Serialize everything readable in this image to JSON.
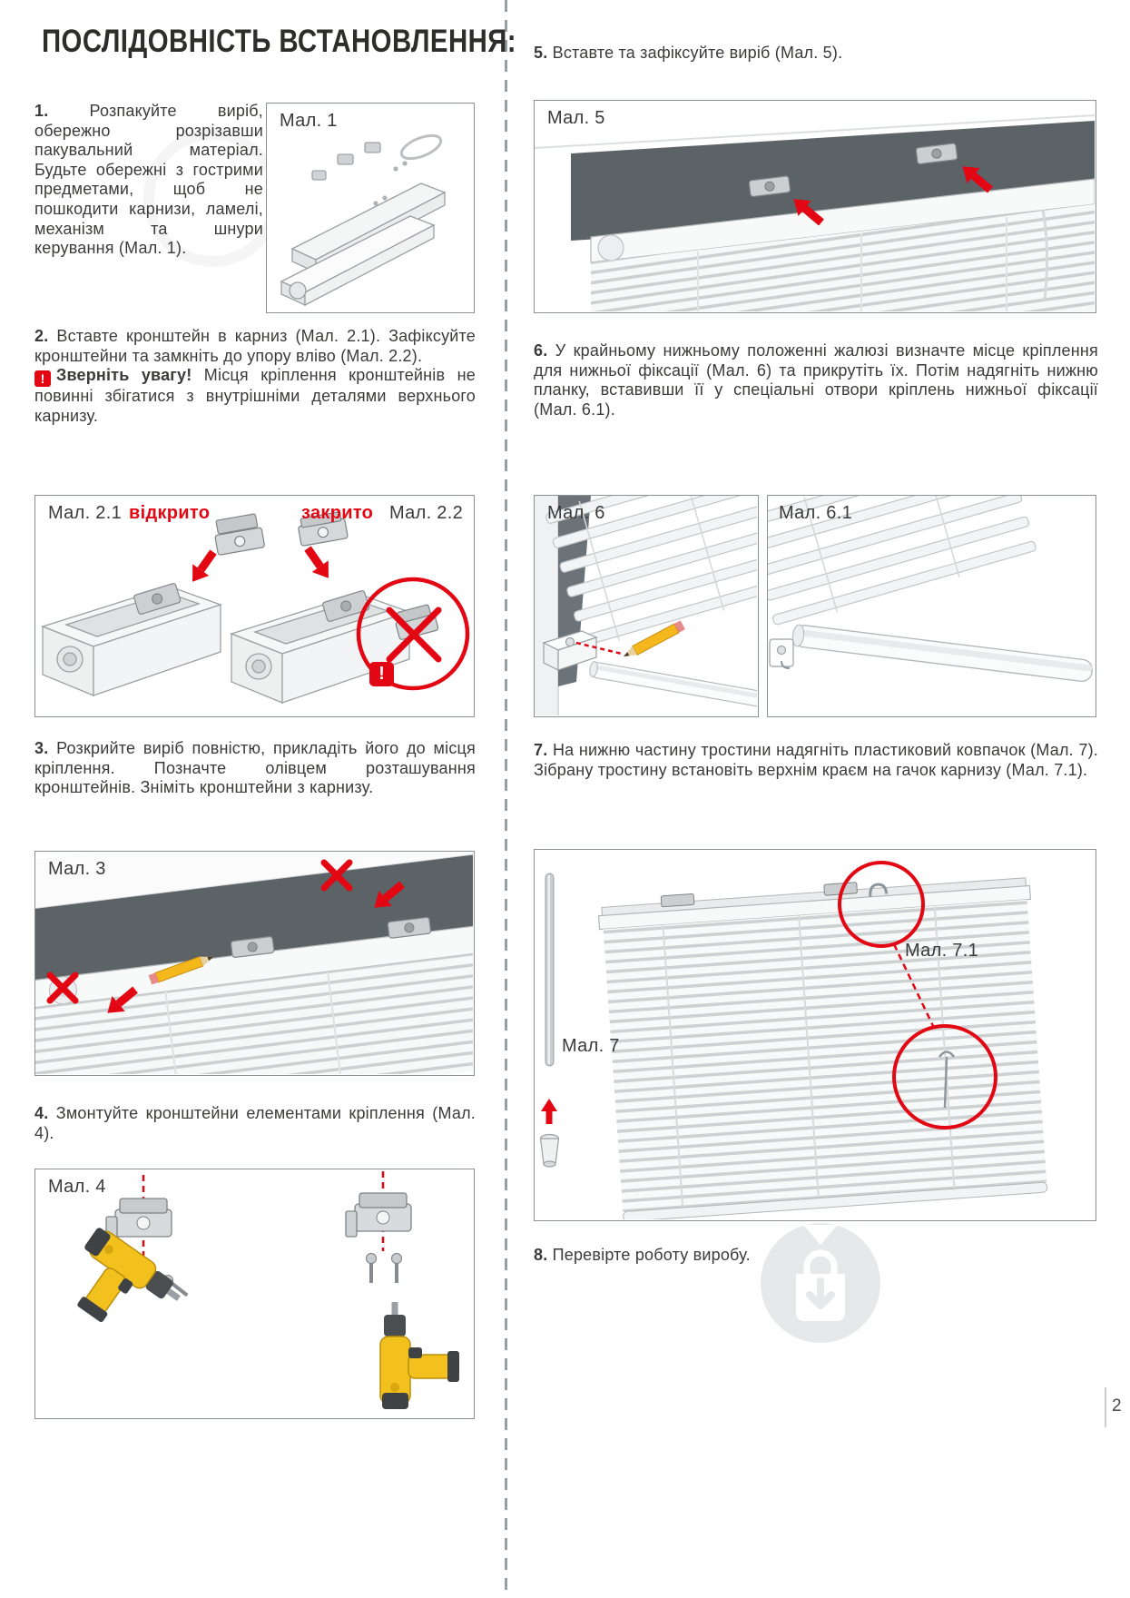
{
  "page": {
    "title": "ПОСЛІДОВНІСТЬ ВСТАНОВЛЕННЯ:",
    "page_number": "2"
  },
  "icons": {
    "warning_glyph": "!"
  },
  "steps": {
    "s1": {
      "num": "1.",
      "text": "Розпакуйте виріб, обережно розрізавши пакувальний матеріал. Будьте обережні з гострими предметами, щоб не пошкодити карнизи, ламелі, механізм та шнури керування (Мал. 1)."
    },
    "s2": {
      "num": "2.",
      "text": "Вставте кронштейн в карниз (Мал. 2.1). Зафіксуйте кронштейни та замкніть до упору вліво (Мал. 2.2)."
    },
    "s2_warning": {
      "title": "Зверніть увагу!",
      "text": "Місця кріплення кронштейнів не повинні збігатися з внутрішніми деталями верхнього карнизу."
    },
    "s3": {
      "num": "3.",
      "text": "Розкрийте виріб повністю, прикладіть його до місця кріплення. Позначте олівцем розташування кронштейнів. Зніміть кронштейни з карнизу."
    },
    "s4": {
      "num": "4.",
      "text": "Змонтуйте кронштейни елементами кріплення (Мал. 4)."
    },
    "s5": {
      "num": "5.",
      "text": "Вставте та зафіксуйте виріб (Мал. 5)."
    },
    "s6": {
      "num": "6.",
      "text": "У крайньому нижньому положенні жалюзі визначте місце кріплення для нижньої фіксації (Мал. 6) та прикрутіть їх. Потім надягніть нижню планку, вставивши її у спеціальні отвори кріплень нижньої фіксації (Мал. 6.1)."
    },
    "s7": {
      "num": "7.",
      "text": "На нижню частину тростини надягніть пластиковий ковпачок (Мал. 7). Зібрану тростину встановіть верхнім краєм на гачок карнизу (Мал. 7.1)."
    },
    "s8": {
      "num": "8.",
      "text": "Перевірте роботу виробу."
    }
  },
  "figures": {
    "f1": {
      "label": "Мал. 1"
    },
    "f2": {
      "label_21": "Мал. 2.1",
      "label_22": "Мал. 2.2",
      "open": "відкрито",
      "closed": "закрито"
    },
    "f3": {
      "label": "Мал. 3"
    },
    "f4": {
      "label": "Мал. 4"
    },
    "f5": {
      "label": "Мал. 5"
    },
    "f6": {
      "label": "Мал. 6"
    },
    "f61": {
      "label": "Мал. 6.1"
    },
    "f7": {
      "label": "Мал. 7",
      "label_71": "Мал. 7.1"
    }
  },
  "colors": {
    "accent_red": "#e30613",
    "drill_yellow": "#f2c11e",
    "wall_gray": "#5c6367"
  }
}
